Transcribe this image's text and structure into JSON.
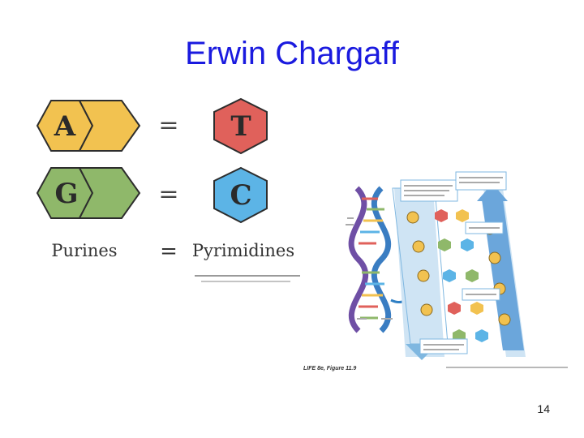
{
  "title": "Erwin Chargaff",
  "slide_number": "14",
  "pairing_diagram": {
    "pairs": [
      {
        "purine": "A",
        "equals": "=",
        "pyrimidine": "T"
      },
      {
        "purine": "G",
        "equals": "=",
        "pyrimidine": "C"
      }
    ],
    "summary": {
      "left": "Purines",
      "equals": "=",
      "right": "Pyrimidines"
    },
    "colors": {
      "A": "#f2c250",
      "T": "#e0615b",
      "G": "#8fb86a",
      "C": "#5cb4e6"
    }
  },
  "figure_caption": "LIFE 8e, Figure 11.9"
}
